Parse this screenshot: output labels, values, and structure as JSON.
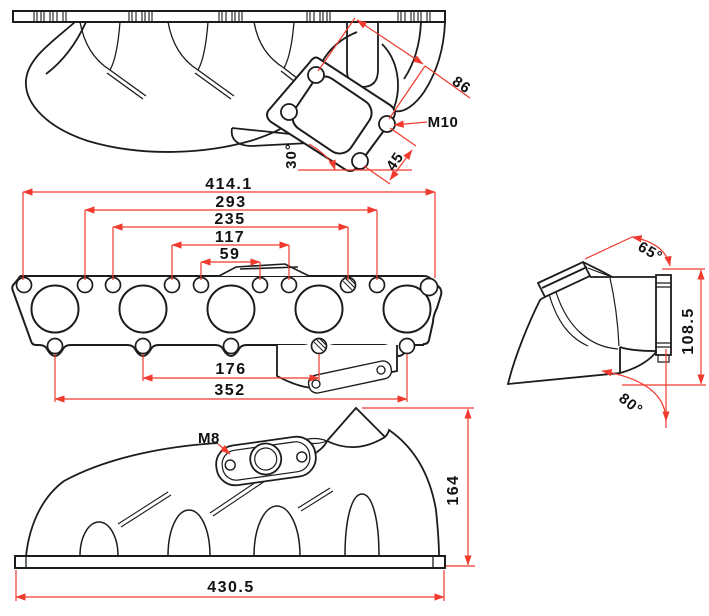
{
  "drawing": {
    "colors": {
      "background": "#ffffff",
      "line": "#1c1c1c",
      "dimension": "#f03a2d"
    },
    "views": {
      "side_view_top": {
        "dims": {
          "diagonal_bolt_spacing": "86",
          "thread_label": "M10",
          "bolt_spacing": "45",
          "flange_angle": "30°"
        }
      },
      "front_view": {
        "dims": {
          "overall_width": "414.1",
          "width_2": "293",
          "width_3": "235",
          "width_4": "117",
          "width_5": "59",
          "lower_inner": "176",
          "lower_outer": "352"
        }
      },
      "end_view": {
        "dims": {
          "top_angle": "65°",
          "height": "108.5",
          "bottom_angle": "80°"
        }
      },
      "side_view_bottom": {
        "dims": {
          "thread_label": "M8",
          "height": "164",
          "overall_length": "430.5"
        }
      }
    }
  }
}
